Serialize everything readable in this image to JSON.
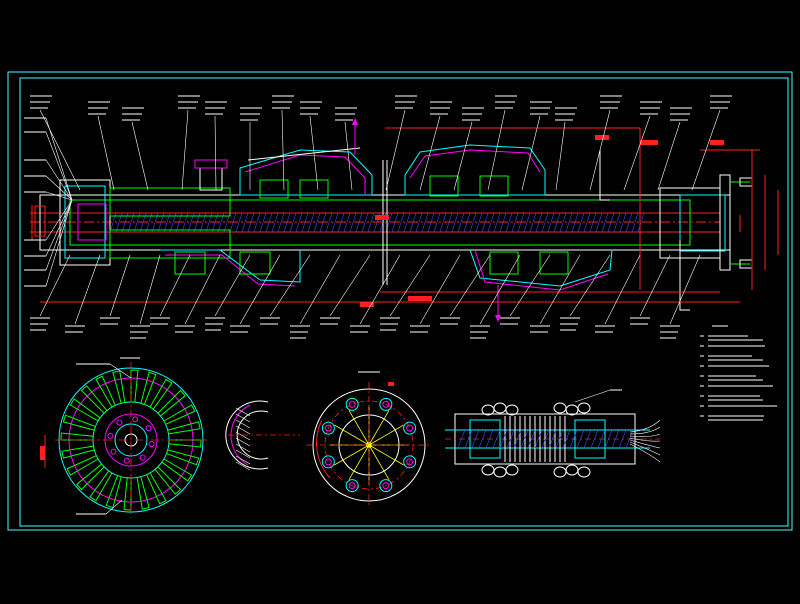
{
  "drawing": {
    "background": "#000000",
    "palette": {
      "white": "#ffffff",
      "cyan": "#00ffff",
      "green": "#00ff00",
      "magenta": "#ff00ff",
      "red": "#ff2020",
      "yellow": "#ffff00",
      "blue": "#3050ff",
      "frame": "#40ffff"
    }
  },
  "views": {
    "main_section": {
      "kind": "longitudinal-section-of-spindle-assembly"
    },
    "gear_view": {
      "kind": "radial-disc-end-view"
    },
    "half_ring": {
      "kind": "split-ring-detail"
    },
    "flange_view": {
      "kind": "bolt-circle-flange"
    },
    "clutch_view": {
      "kind": "clutch-pack-section"
    }
  },
  "notes_block": {
    "lines_count_visible": 9
  }
}
